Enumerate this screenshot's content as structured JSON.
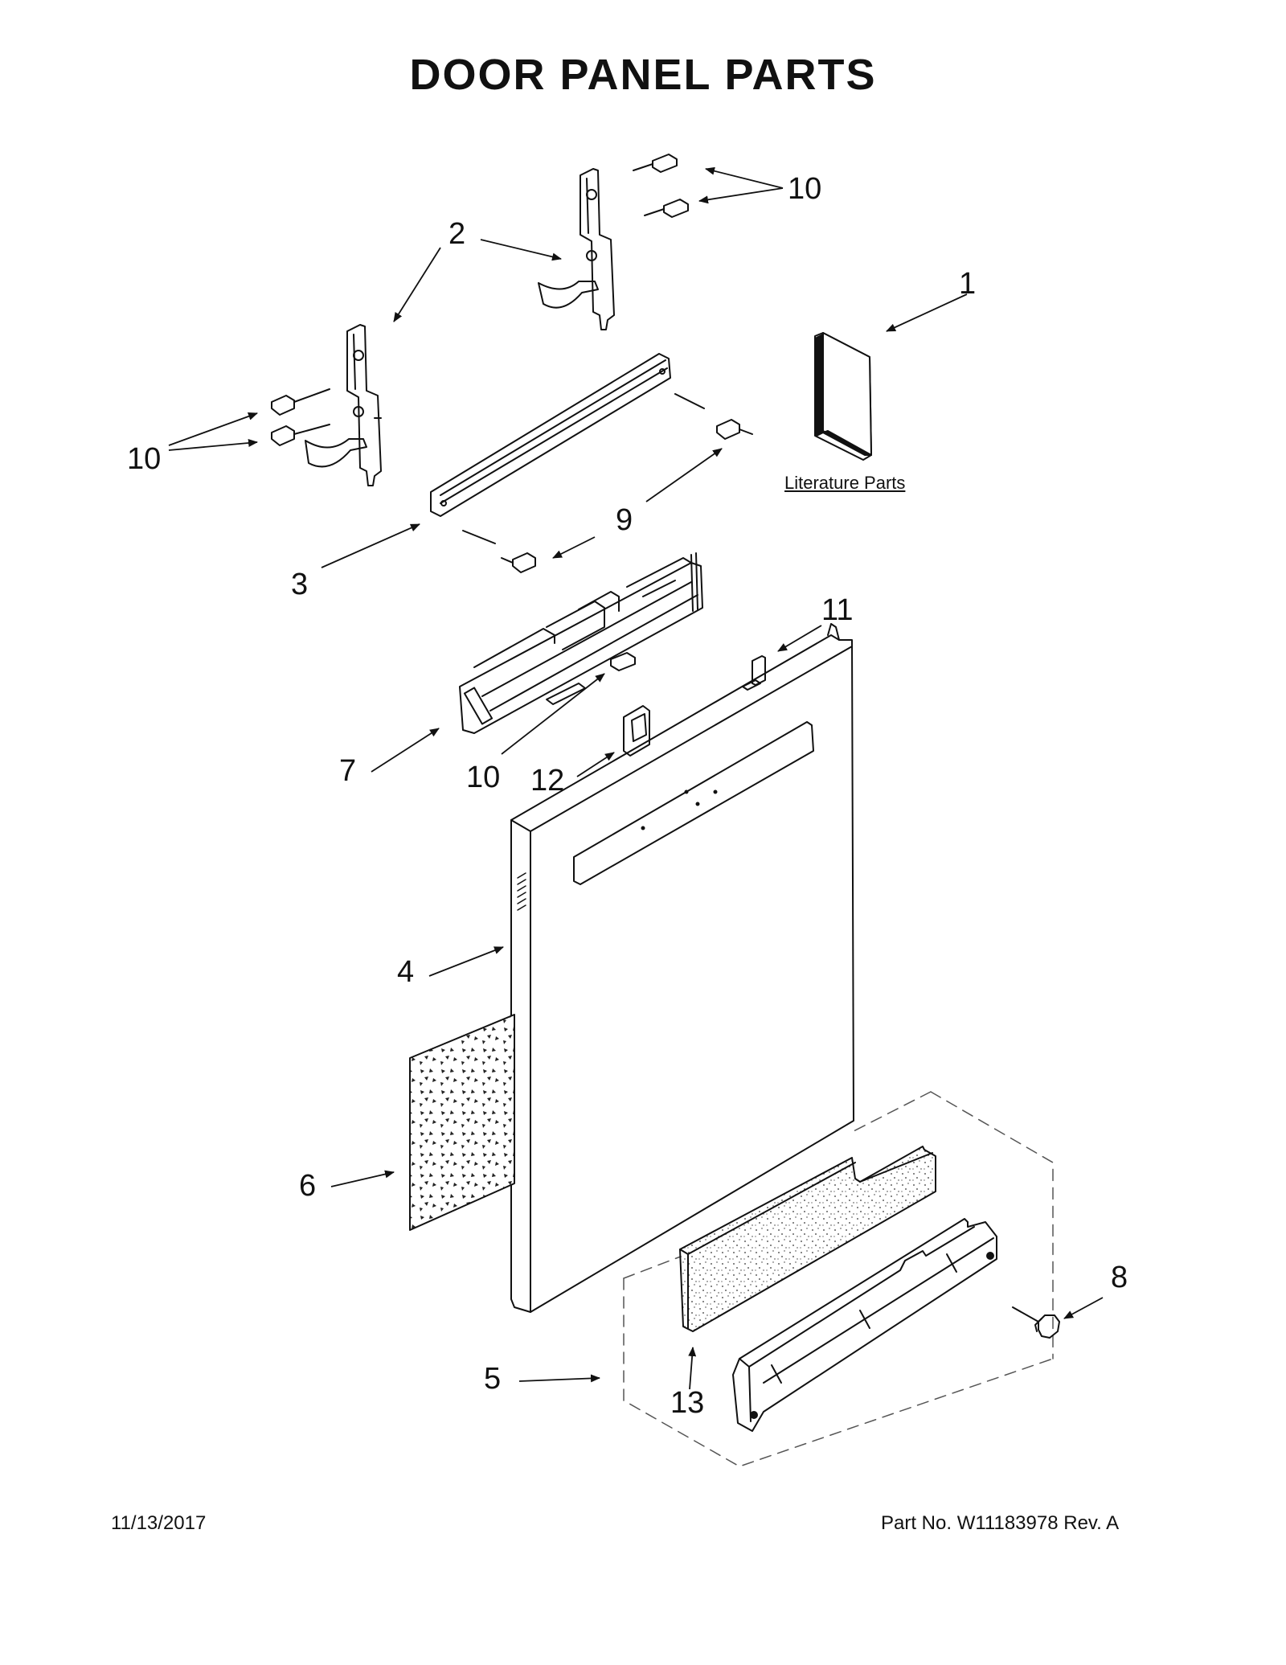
{
  "title": "DOOR PANEL PARTS",
  "callouts": {
    "c1": "1",
    "c2": "2",
    "c3": "3",
    "c4": "4",
    "c5": "5",
    "c6": "6",
    "c7": "7",
    "c8": "8",
    "c9": "9",
    "c10a": "10",
    "c10b": "10",
    "c10c": "10",
    "c11": "11",
    "c12": "12",
    "c13": "13"
  },
  "literature_label": "Literature Parts",
  "footer": {
    "date": "11/13/2017",
    "part_no": "Part No.  W11183978  Rev.  A"
  }
}
